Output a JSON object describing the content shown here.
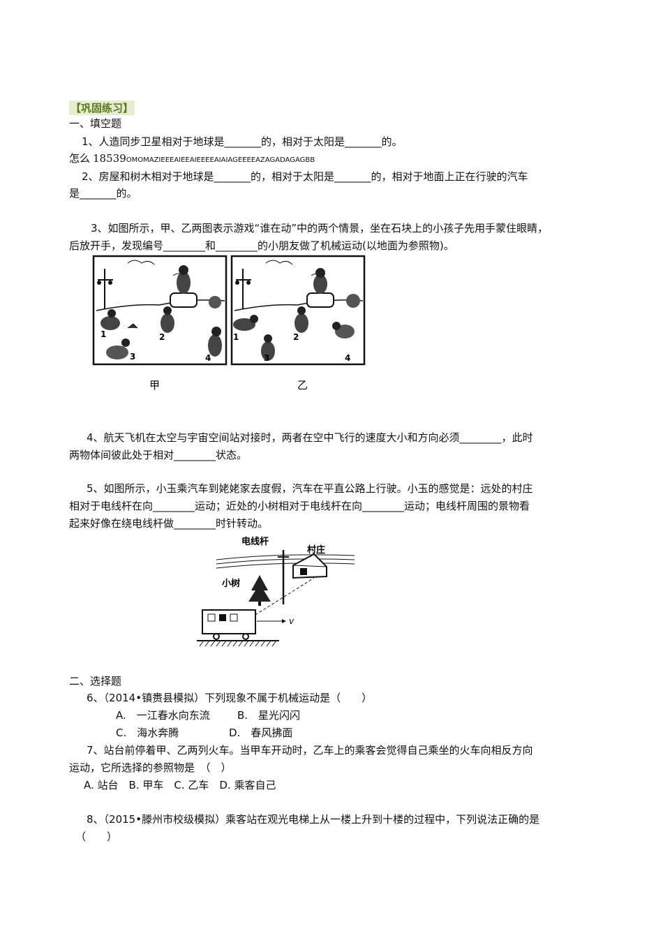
{
  "section_header": "【巩固练习】",
  "part1_title": "一、填空题",
  "q1": "1、人造同步卫星相对于地球是_______的，相对于太阳是_______的。",
  "watermark_prefix": "怎么",
  "watermark_digits": "18539",
  "watermark_code": "OMOMAZIEEEAIEEAIEEEEAIAIAGEEEEAZAGADAGAGBB",
  "q2_line1": "2、房屋和树木相对于地球是_______的，相对于太阳是_______的，相对于地面上正在行驶的汽车",
  "q2_line2": "是_______的。",
  "q3_line1": "3、如图所示，甲、乙两图表示游戏“谁在动”中的两个情景，坐在石块上的小孩子先用手蒙住眼睛，",
  "q3_line2": "后放开手，发现编号________和________的小朋友做了机械运动(以地面为参照物)。",
  "fig1": {
    "left_label": "甲",
    "right_label": "乙",
    "kid_numbers_left": [
      "1",
      "2",
      "3",
      "4"
    ],
    "kid_numbers_right": [
      "1",
      "2",
      "3",
      "4"
    ]
  },
  "q4_line1": "4、航天飞机在太空与宇宙空间站对接时，两者在空中飞行的速度大小和方向必须________，此时",
  "q4_line2": "两物体间彼此处于相对________状态。",
  "q5_line1": "5、如图所示，小玉乘汽车到姥姥家去度假，汽车在平直公路上行驶。小玉的感觉是：远处的村庄",
  "q5_line2": "相对于电线杆在向________运动；近处的小树相对于电线杆在向________运动；电线杆周围的景物看",
  "q5_line3": "起来好像在绕电线杆做________时针转动。",
  "fig2": {
    "pole_label": "电线杆",
    "village_label": "村庄",
    "tree_label": "小树",
    "velocity_label": "v"
  },
  "part2_title": "二、选择题",
  "q6": "6、（2014•镇赉县模拟）下列现象不属于机械运动是（　　）",
  "q6_options": {
    "A": "A.　一江春水向东流",
    "B": "B.　星光闪闪",
    "C": "C.　海水奔腾",
    "D": "D.　春风拂面"
  },
  "q7_line1": "7、站台前停着甲、乙两列火车。当甲车开动时，乙车上的乘客会觉得自己乘坐的火车向相反方向",
  "q7_line2": "运动，它所选择的参照物是　（　）",
  "q7_options": "A. 站台　B. 甲车　C. 乙车　D. 乘客自己",
  "q8_line1": "8、（2015•滕州市校级模拟）乘客站在观光电梯上从一楼上升到十楼的过程中，下列说法正确的是",
  "q8_line2": "（　　）"
}
